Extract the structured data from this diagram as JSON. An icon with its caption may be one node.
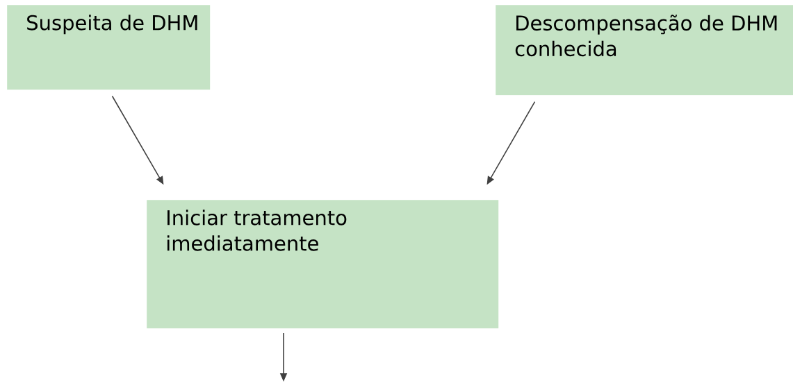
{
  "diagram": {
    "nodes": [
      {
        "text": [
          "Suspeita de DHM"
        ]
      },
      {
        "text": [
          "Descompensação de DHM conhecida"
        ]
      },
      {
        "text": [
          "Iniciar tratamento imediatamente"
        ]
      }
    ],
    "edges": [
      {
        "from": 0,
        "to": 2,
        "arrow": "to"
      },
      {
        "from": 1,
        "to": 2,
        "arrow": "to"
      },
      {
        "from": 2,
        "to": null,
        "arrow": "to"
      }
    ]
  }
}
